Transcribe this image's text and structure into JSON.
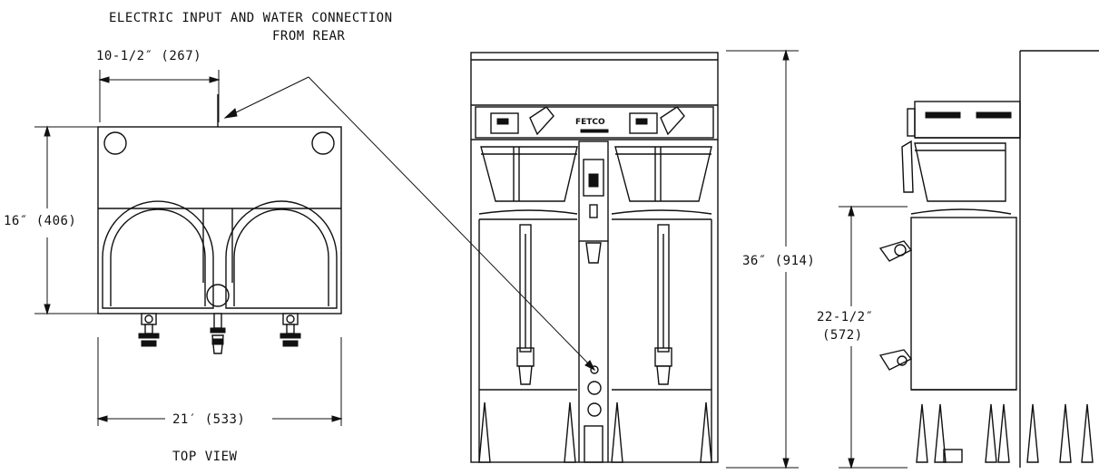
{
  "labels": {
    "callout_line1": "ELECTRIC INPUT AND WATER CONNECTION",
    "callout_line2": "FROM REAR",
    "top_width": "10-1/2″ (267)",
    "top_depth": "16″ (406)",
    "top_overall_width": "21′ (533)",
    "top_view": "TOP VIEW",
    "front_height": "36″ (914)",
    "side_height_line1": "22-1/2″",
    "side_height_line2": "(572)",
    "brand": "FETCO"
  }
}
